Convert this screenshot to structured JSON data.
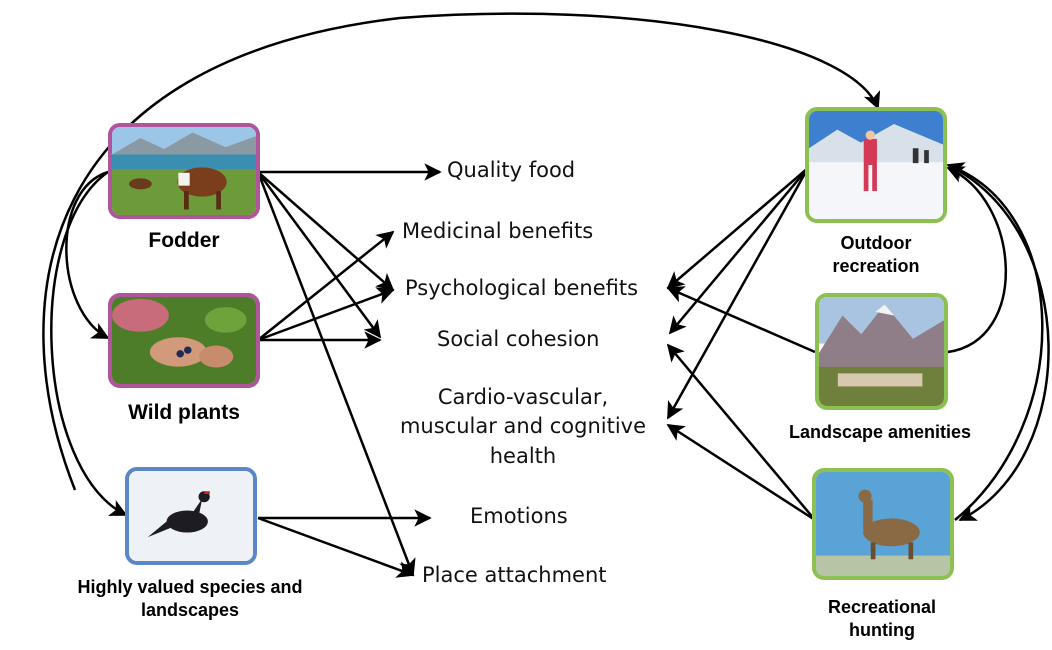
{
  "sources": {
    "fodder": "Fodder",
    "wild_plants": "Wild plants",
    "species": "Highly valued species and landscapes",
    "outdoor": "Outdoor recreation",
    "landscape": "Landscape amenities",
    "hunting": "Recreational hunting"
  },
  "benefits": {
    "quality_food": "Quality food",
    "medicinal": "Medicinal benefits",
    "psychological": "Psychological benefits",
    "social": "Social cohesion",
    "cardio": "Cardio-vascular, muscular and cognitive health",
    "emotions": "Emotions",
    "place": "Place attachment"
  },
  "colors": {
    "provisioning_border": "#b0549c",
    "recreation_border": "#8cc152",
    "species_border": "#5b87c6"
  }
}
